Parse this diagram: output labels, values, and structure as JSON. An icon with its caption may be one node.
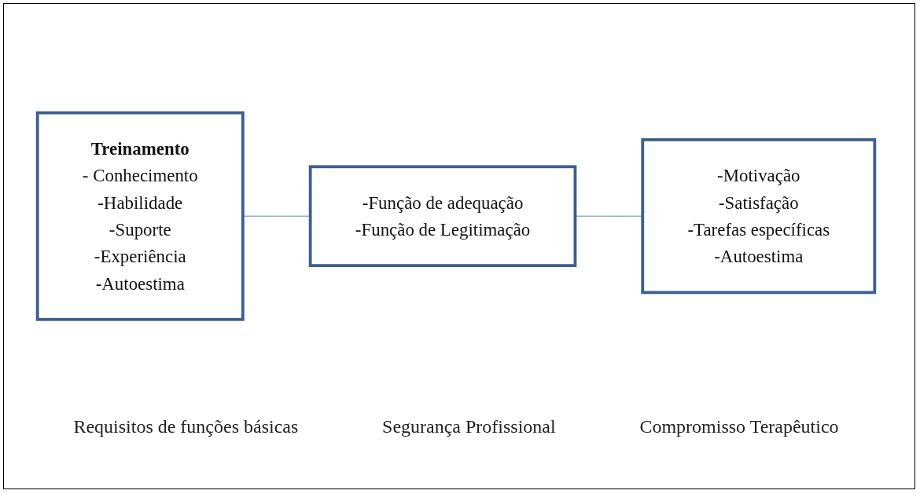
{
  "diagram": {
    "nodes": [
      {
        "text": [
          "Treinamento",
          "- Conhecimento",
          "-Habilidade",
          "-Suporte",
          "-Experiência",
          "-Autoestima"
        ]
      },
      {
        "text": [
          "-Função de adequação",
          "-Função de Legitimação"
        ]
      },
      {
        "text": [
          "-Motivação",
          "-Satisfação",
          "-Tarefas específicas",
          "-Autoestima"
        ]
      }
    ],
    "edges": [
      {
        "from": 0,
        "to": 1,
        "arrow": "none",
        "color": "#4f81bd"
      },
      {
        "from": 1,
        "to": 2,
        "arrow": "none",
        "color": "#4f81bd"
      }
    ],
    "labels": [
      "Requisitos de funções básicas",
      "Segurança Profissional",
      "Compromisso Terapêutico"
    ]
  }
}
